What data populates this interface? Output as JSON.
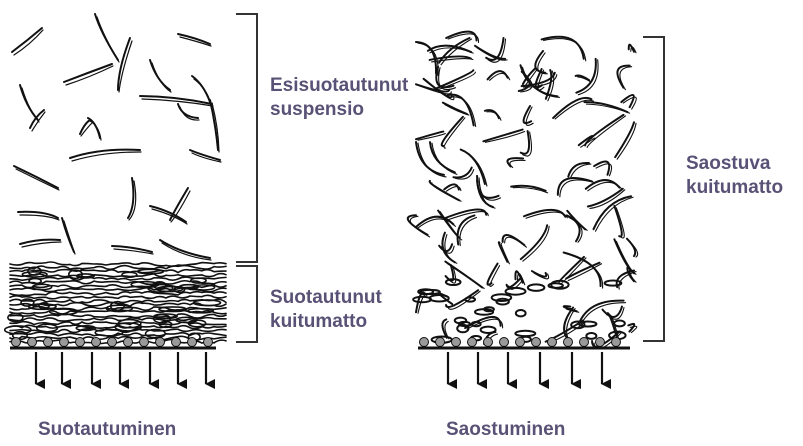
{
  "left_panel": {
    "upper_label_line1": "Esisuotautunut",
    "upper_label_line2": "suspensio",
    "lower_label_line1": "Suotautunut",
    "lower_label_line2": "kuitumatto",
    "caption": "Suotautuminen"
  },
  "right_panel": {
    "label_line1": "Saostuva",
    "label_line2": "kuitumatto",
    "caption": "Saostuminen"
  },
  "colors": {
    "label": "#5a5276",
    "ink": "#111111",
    "grain": "#9a9a9a"
  }
}
